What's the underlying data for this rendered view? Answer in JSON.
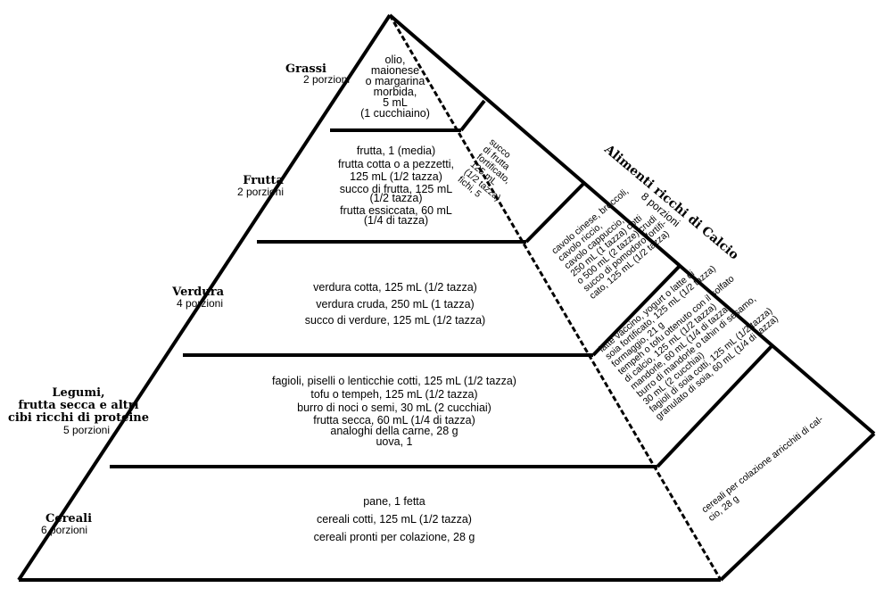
{
  "levels": [
    {
      "name": "Grassi",
      "servings": "2 porzioni",
      "items": [
        "olio,",
        "maionese",
        "o margarina",
        "morbida,",
        "5 mL",
        "(1 cucchiaino)"
      ]
    },
    {
      "name": "Frutta",
      "servings": "2 porzioni",
      "items": [
        "frutta, 1 (media)",
        "frutta cotta o a pezzetti,",
        "125 mL (1/2 tazza)",
        "succo di frutta, 125 mL",
        "(1/2 tazza)",
        "frutta essiccata, 60 mL",
        "(1/4 di tazza)"
      ]
    },
    {
      "name": "Verdura",
      "servings": "4 porzioni",
      "items": [
        "verdura cotta, 125 mL (1/2 tazza)",
        "verdura cruda, 250 mL (1 tazza)",
        "succo di verdure, 125 mL (1/2 tazza)"
      ]
    },
    {
      "name_lines": [
        "Legumi,",
        "frutta secca e altri",
        "cibi ricchi di proteine"
      ],
      "servings": "5 porzioni",
      "items": [
        "fagioli, piselli o lenticchie cotti, 125 mL (1/2 tazza)",
        "tofu o tempeh, 125 mL (1/2 tazza)",
        "burro di noci o semi, 30 mL (2 cucchiai)",
        "frutta secca, 60 mL (1/4 di tazza)",
        "analoghi della carne, 28 g",
        "uova, 1"
      ]
    },
    {
      "name": "Cereali",
      "servings": "6 porzioni",
      "items": [
        "pane, 1 fetta",
        "cereali cotti, 125 mL (1/2 tazza)",
        "cereali pronti per colazione, 28 g"
      ]
    }
  ],
  "calcium": {
    "title": "Alimenti ricchi di Calcio",
    "servings": "8 porzioni",
    "sections": [
      {
        "lines": [
          "succo",
          "di frutta",
          "fortificato,",
          "125 mL",
          "(1/2 tazza)",
          "fichi, 5"
        ]
      },
      {
        "lines": [
          "cavolo cinese, broccoli,",
          "cavolo riccio,",
          "cavolo cappuccio,",
          "250 mL (1 tazza) cotti",
          "o 500 mL (2 tazze) crudi",
          "succo di pomodoro fortifi-",
          "cato, 125 mL (1/2 tazza)"
        ]
      },
      {
        "lines": [
          "latte vaccino, yogurt o latte di",
          "soia fortificato, 125 mL (1/2 tazza)",
          "formaggio, 21 g",
          "tempeh o tofu ottenuto con il solfato",
          "di calcio, 125 mL (1/2 tazza)",
          "mandorle, 60 mL (1/4 di tazza)",
          "burro di mandorle o tahin di sesamo,",
          "30 mL (2 cucchiai)",
          "fagioli di soia cotti, 125 mL (1/2 tazza)",
          "granulato di soia, 60 mL (1/4 di tazza)"
        ]
      },
      {
        "lines": [
          "cereali per colazione arricchiti di cal-",
          "cio, 28 g"
        ]
      }
    ]
  }
}
